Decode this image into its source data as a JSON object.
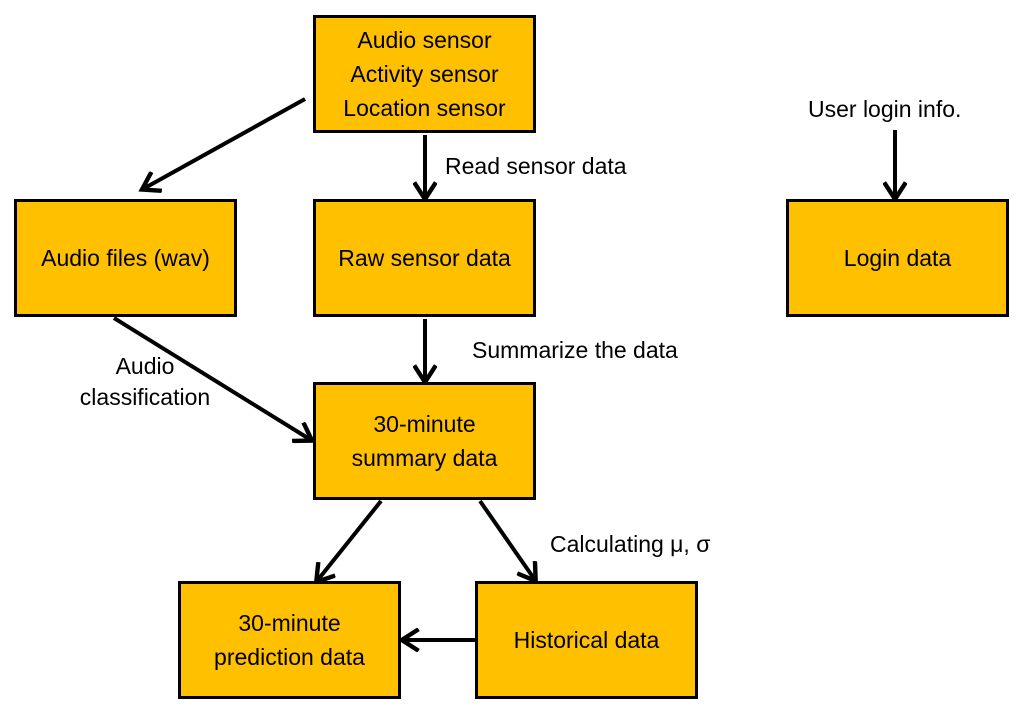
{
  "colors": {
    "box_fill": "#FFC000",
    "box_border": "#000000",
    "arrow": "#000000",
    "background": "#FFFFFF",
    "text": "#000000"
  },
  "nodes": {
    "sensors": {
      "lines": [
        "Audio sensor",
        "Activity sensor",
        "Location sensor"
      ]
    },
    "audio_files": {
      "lines": [
        "Audio files (wav)"
      ]
    },
    "raw_sensor_data": {
      "lines": [
        "Raw sensor data"
      ]
    },
    "login_data": {
      "lines": [
        "Login data"
      ]
    },
    "summary_data": {
      "lines": [
        "30-minute",
        "summary data"
      ]
    },
    "prediction_data": {
      "lines": [
        "30-minute",
        "prediction data"
      ]
    },
    "historical_data": {
      "lines": [
        "Historical data"
      ]
    }
  },
  "edges": [
    {
      "id": "sensors-to-audio-files",
      "from": "sensors",
      "to": "audio_files",
      "label": ""
    },
    {
      "id": "sensors-to-raw",
      "from": "sensors",
      "to": "raw_sensor_data",
      "label": "Read sensor data"
    },
    {
      "id": "login-input-to-login",
      "from": "User login info.",
      "to": "login_data",
      "label": "User login info."
    },
    {
      "id": "raw-to-summary",
      "from": "raw_sensor_data",
      "to": "summary_data",
      "label": "Summarize the data"
    },
    {
      "id": "audio-files-to-summary",
      "from": "audio_files",
      "to": "summary_data",
      "label_lines": [
        "Audio",
        "classification"
      ]
    },
    {
      "id": "summary-to-prediction",
      "from": "summary_data",
      "to": "prediction_data",
      "label": ""
    },
    {
      "id": "summary-to-historical",
      "from": "summary_data",
      "to": "historical_data",
      "label": "Calculating μ, σ"
    },
    {
      "id": "historical-to-prediction",
      "from": "historical_data",
      "to": "prediction_data",
      "label": ""
    }
  ],
  "labels": {
    "read_sensor_data": "Read sensor data",
    "user_login_info": "User login info.",
    "summarize_the_data": "Summarize the data",
    "audio_classification": [
      "Audio",
      "classification"
    ],
    "calculating": "Calculating μ, σ"
  }
}
